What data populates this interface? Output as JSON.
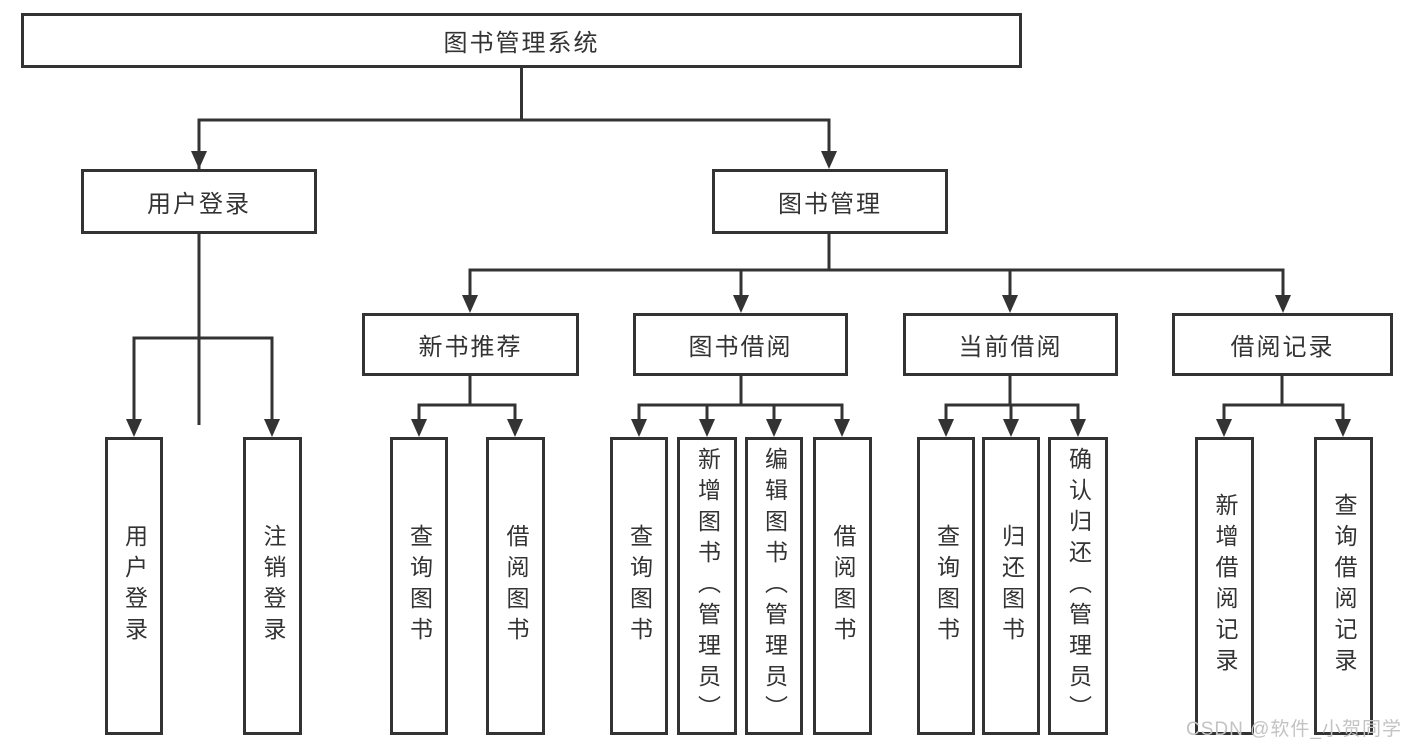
{
  "diagram": {
    "root": {
      "label": "图书管理系统"
    },
    "branches": [
      {
        "label": "用户登录",
        "children": [
          {
            "label": "用户登录"
          },
          {
            "label": "注销登录"
          }
        ]
      },
      {
        "label": "图书管理",
        "children": [
          {
            "label": "新书推荐",
            "children": [
              {
                "label": "查询图书"
              },
              {
                "label": "借阅图书"
              }
            ]
          },
          {
            "label": "图书借阅",
            "children": [
              {
                "label": "查询图书"
              },
              {
                "label": "新增图书（管理员）"
              },
              {
                "label": "编辑图书（管理员）"
              },
              {
                "label": "借阅图书"
              }
            ]
          },
          {
            "label": "当前借阅",
            "children": [
              {
                "label": "查询图书"
              },
              {
                "label": "归还图书"
              },
              {
                "label": "确认归还（管理员）"
              }
            ]
          },
          {
            "label": "借阅记录",
            "children": [
              {
                "label": "新增借阅记录"
              },
              {
                "label": "查询借阅记录"
              }
            ]
          }
        ]
      }
    ]
  },
  "watermark": {
    "text": "CSDN @软件_小贺同学"
  },
  "colors": {
    "line": "#333333",
    "box_border": "#333333",
    "text": "#333333",
    "watermark": "#c3c3c3",
    "background": "#ffffff"
  }
}
